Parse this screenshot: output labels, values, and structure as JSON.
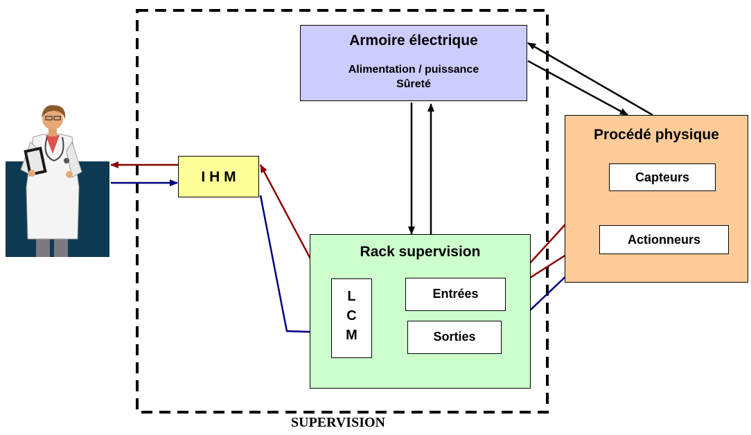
{
  "supervision": {
    "label": "SUPERVISION"
  },
  "armoire": {
    "title": "Armoire électrique",
    "line1": "Alimentation / puissance",
    "line2": "Sûreté",
    "color": "#CCCCFF"
  },
  "ihm": {
    "label": "I H M",
    "color": "#FFFF99"
  },
  "rack": {
    "title": "Rack supervision",
    "color": "#CCFFCC"
  },
  "lcm": {
    "l1": "L",
    "l2": "C",
    "l3": "M"
  },
  "entrees": {
    "label": "Entrées"
  },
  "sorties": {
    "label": "Sorties"
  },
  "procede": {
    "title": "Procédé physique",
    "color": "#FFCC99"
  },
  "capteurs": {
    "label": "Capteurs"
  },
  "actionneurs": {
    "label": "Actionneurs"
  },
  "colors": {
    "arrow_red": "#8B0000",
    "arrow_blue": "#000080",
    "operator_bg": "#0D3A52"
  },
  "operator": {
    "icon": "doctor-operator-icon"
  }
}
